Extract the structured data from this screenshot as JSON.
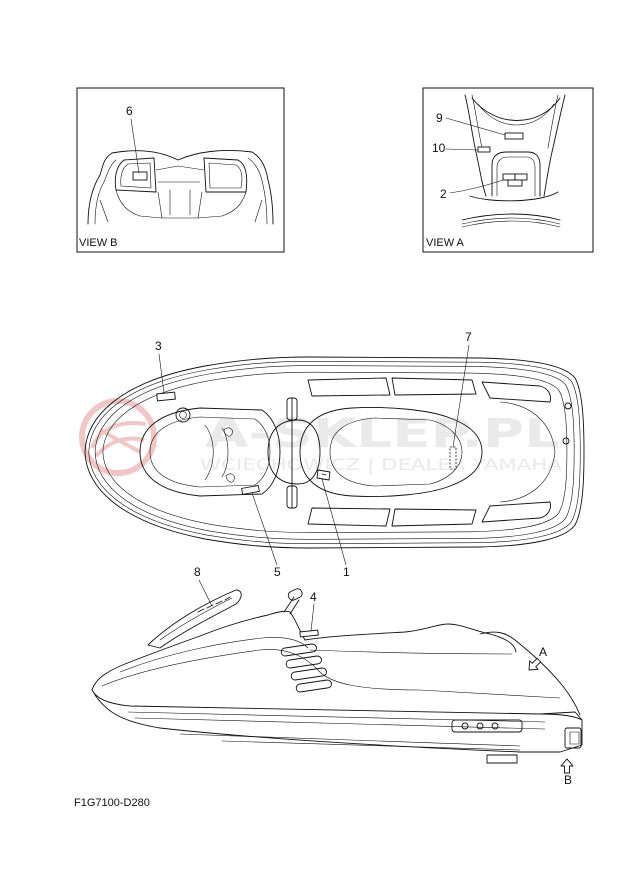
{
  "figure_code": "F1G7100-D280",
  "view_b": {
    "title": "VIEW B",
    "callout_labels": [
      "6"
    ]
  },
  "view_a": {
    "title": "VIEW A",
    "callout_labels": [
      "9",
      "10",
      "2"
    ]
  },
  "top_view": {
    "callout_labels": [
      "3",
      "7",
      "5",
      "1"
    ]
  },
  "side_view": {
    "callout_labels": [
      "8",
      "4"
    ],
    "view_arrow_labels": [
      "A",
      "B"
    ]
  },
  "watermark": {
    "line1": "A-SKLEP.PL",
    "line2": "WCIECHOWICZ | DEALER YAMAHA"
  },
  "colors": {
    "line": "#111111",
    "background": "#ffffff",
    "watermark_logo": "#f0b4b4",
    "watermark_text": "#e2e2e2"
  }
}
